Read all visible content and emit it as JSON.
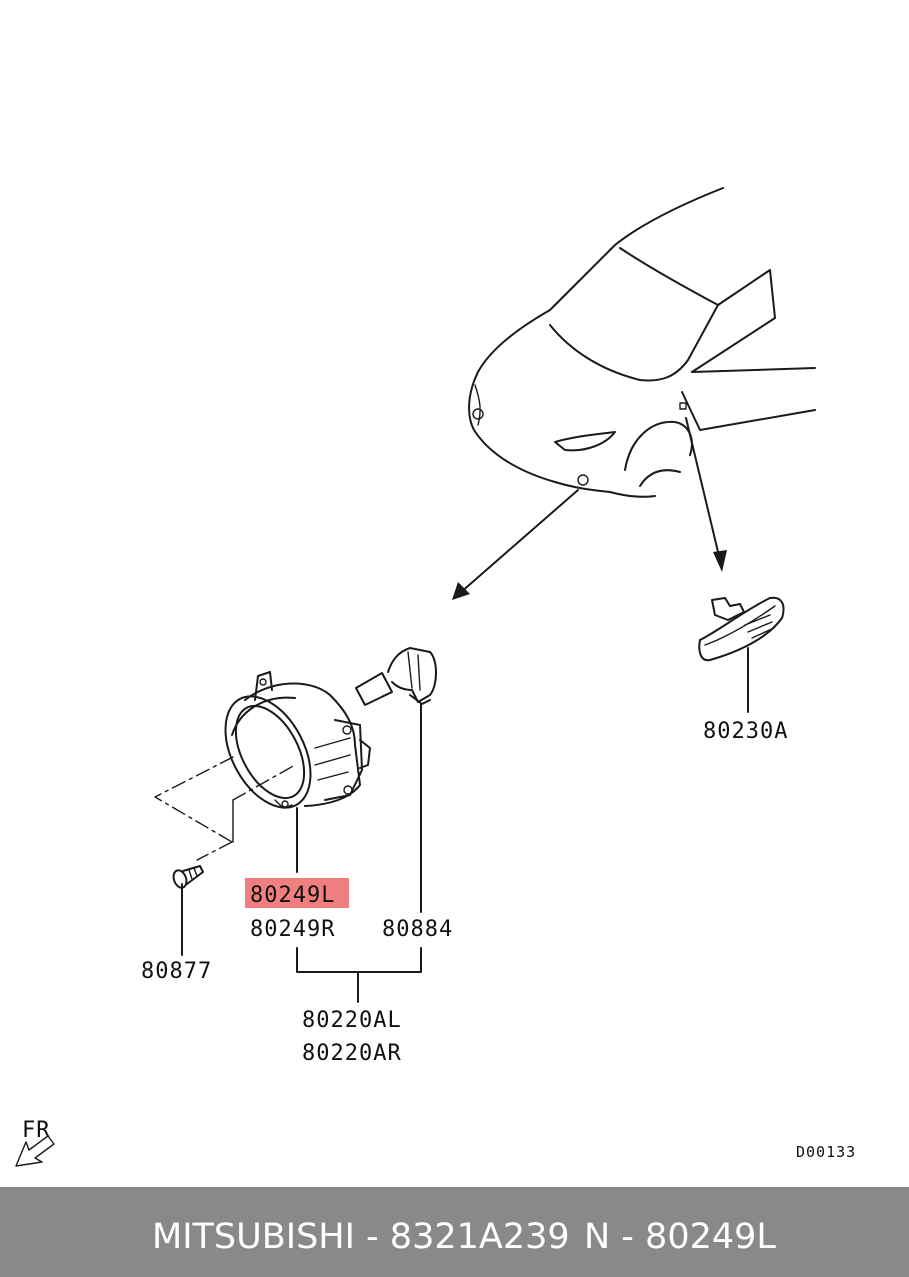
{
  "diagram": {
    "labels": {
      "fog_lamp_left": "80249L",
      "fog_lamp_right": "80249R",
      "bulb": "80884",
      "screw": "80877",
      "assembly_left": "80220AL",
      "assembly_right": "80220AR",
      "side_marker": "80230A",
      "front_marker": "FR",
      "diagram_code": "D00133"
    },
    "highlight_color": "#f08080"
  },
  "footer": {
    "brand_part": "MITSUBISHI - 8321A239",
    "reference": "N - 80249L"
  }
}
